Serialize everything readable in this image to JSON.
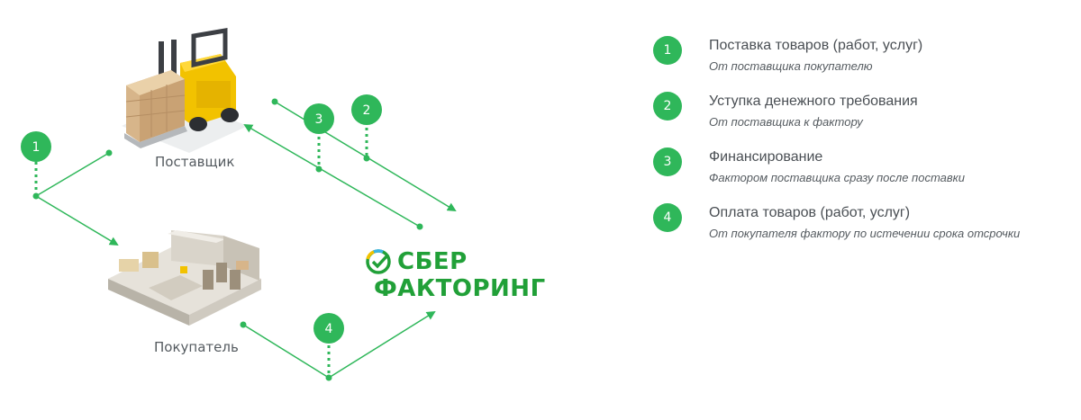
{
  "nodes": {
    "supplier": "Поставщик",
    "buyer": "Покупатель"
  },
  "logo": {
    "line1": "СБЕР",
    "line2": "ФАКТОРИНГ"
  },
  "badges": [
    "1",
    "2",
    "3",
    "4"
  ],
  "legend": [
    {
      "num": "1",
      "title": "Поставка товаров (работ, услуг)",
      "subtitle": "От поставщика покупателю"
    },
    {
      "num": "2",
      "title": "Уступка денежного требования",
      "subtitle": "От поставщика к фактору"
    },
    {
      "num": "3",
      "title": "Финансирование",
      "subtitle": "Фактором поставщика сразу после поставки"
    },
    {
      "num": "4",
      "title": "Оплата товаров (работ, услуг)",
      "subtitle": "От покупателя фактору по истечении срока отсрочки"
    }
  ],
  "colors": {
    "accent": "#2fb75a",
    "brand": "#21a038",
    "text": "#4a4f54"
  }
}
